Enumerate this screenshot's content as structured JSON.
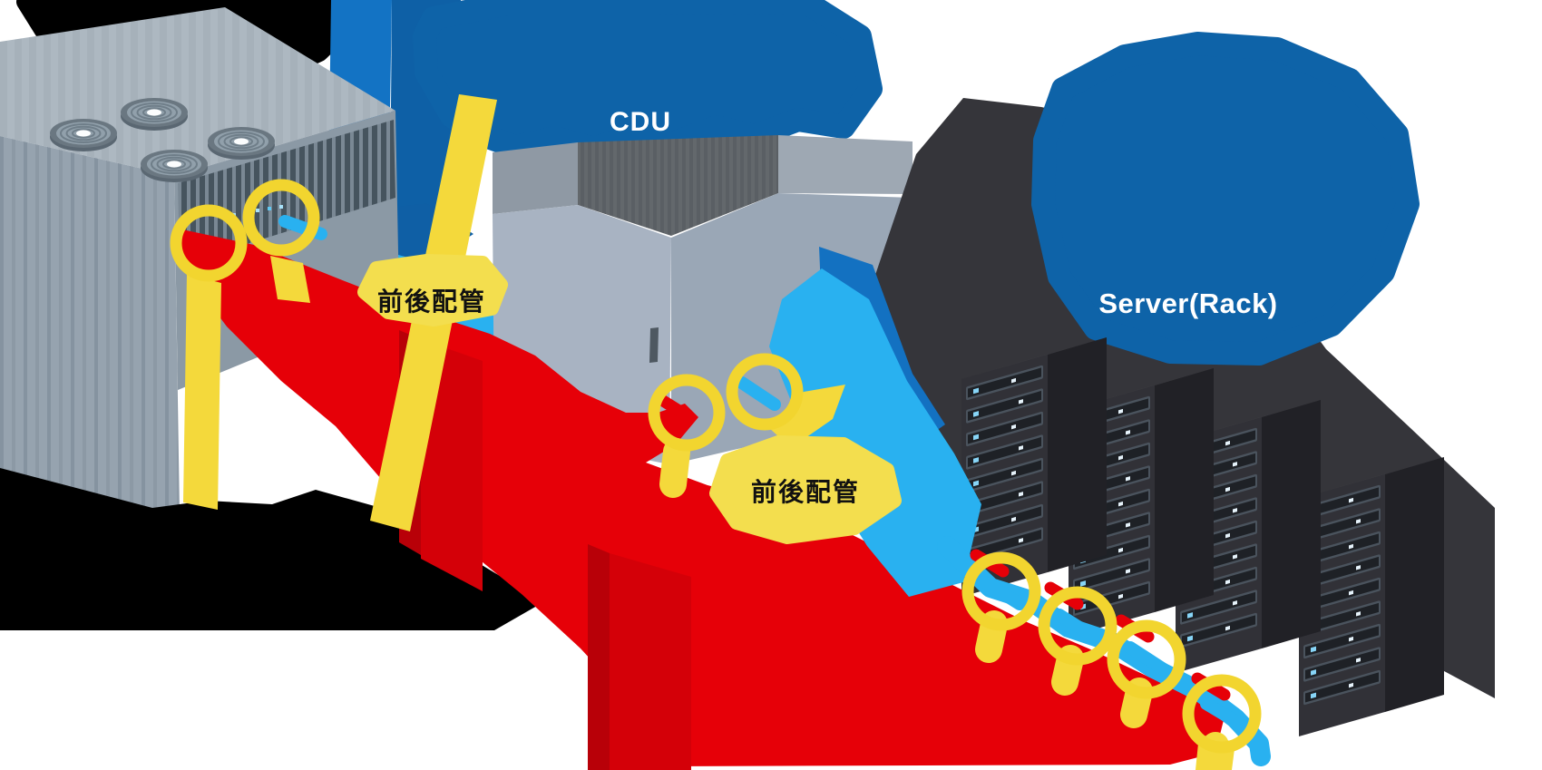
{
  "nodes": {
    "chiller": {
      "fan_count": 4,
      "highlight_ring_count": 2
    },
    "cdu": {
      "label": "CDU",
      "highlight_ring_count": 2
    },
    "server_rack": {
      "label": "Server(Rack)",
      "rack_count": 4,
      "highlight_ring_count": 4
    }
  },
  "annotations": {
    "piping_left": {
      "text": "前後配管"
    },
    "piping_middle": {
      "text": "前後配管"
    }
  },
  "colors": {
    "label_blob_blue": "#0E63A8",
    "hot_pipe_red": "#E60008",
    "hot_pipe_red_dark": "#D40008",
    "cold_pipe_blue": "#29B1F0",
    "pipe_dark_blue": "#1371C1",
    "pipe_yellow": "#F4D93B",
    "highlight_ring_yellow": "#F2D52F",
    "annotation_blob_yellow": "#F3DE4E",
    "label_text_on_blue": "#FFFFFF",
    "annotation_text": "#111111"
  }
}
